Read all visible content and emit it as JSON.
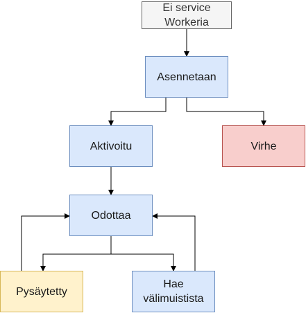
{
  "nodes": {
    "start": {
      "label": "Ei service\nWorkeria"
    },
    "installing": {
      "label": "Asennetaan"
    },
    "activated": {
      "label": "Aktivoitu"
    },
    "error": {
      "label": "Virhe"
    },
    "waiting": {
      "label": "Odottaa"
    },
    "paused": {
      "label": "Pysäytetty"
    },
    "fetch_cache": {
      "label": "Hae\nvälimuistista"
    }
  },
  "colors": {
    "blue_fill": "#dae8fc",
    "blue_stroke": "#6c8ebf",
    "red_fill": "#f8cecc",
    "red_stroke": "#b85450",
    "yellow_fill": "#fff2cc",
    "yellow_stroke": "#d6b656",
    "grey_fill": "#f5f5f5",
    "grey_stroke": "#666666",
    "edge": "#000000"
  }
}
